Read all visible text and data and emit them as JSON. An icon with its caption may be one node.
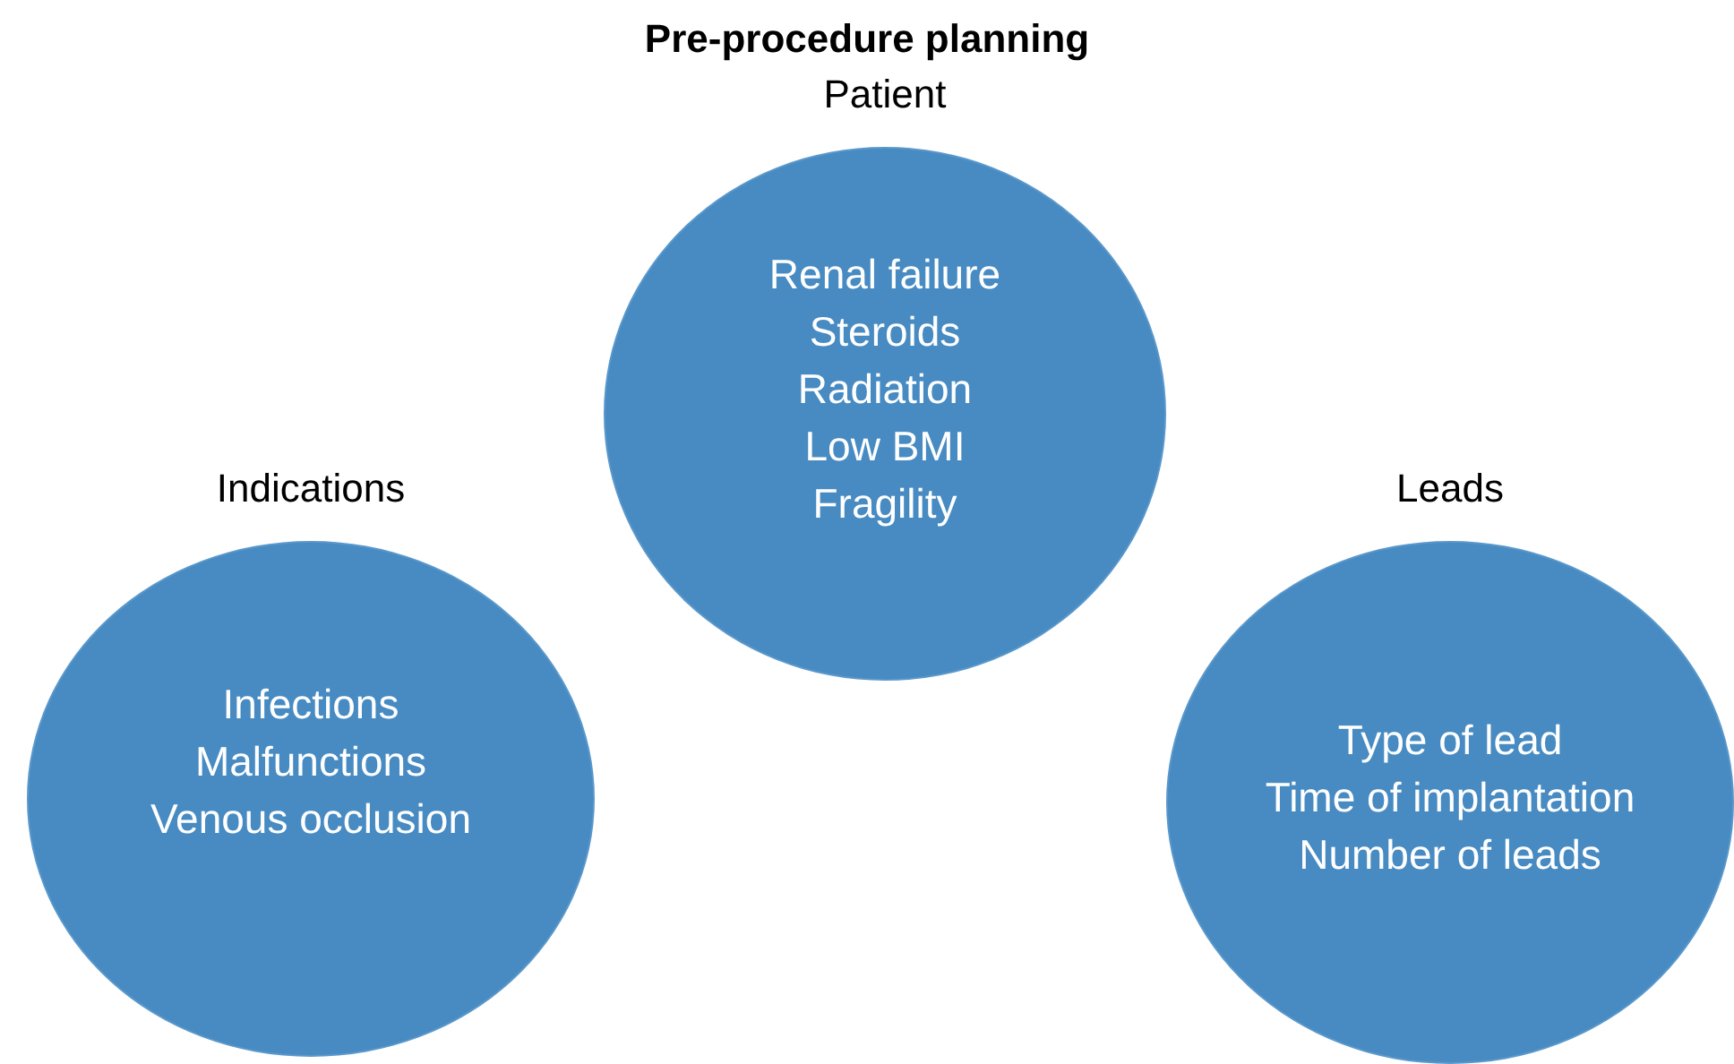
{
  "diagram": {
    "title": "Pre-procedure planning",
    "nodes": [
      {
        "text": [
          "Patient",
          "Renal failure",
          "Steroids",
          "Radiation",
          "Low BMI",
          "Fragility"
        ]
      },
      {
        "text": [
          "Indications",
          "Infections",
          "Malfunctions",
          "Venous occlusion"
        ]
      },
      {
        "text": [
          "Leads",
          "Type of lead",
          "Time of implantation",
          "Number of leads"
        ]
      }
    ]
  }
}
